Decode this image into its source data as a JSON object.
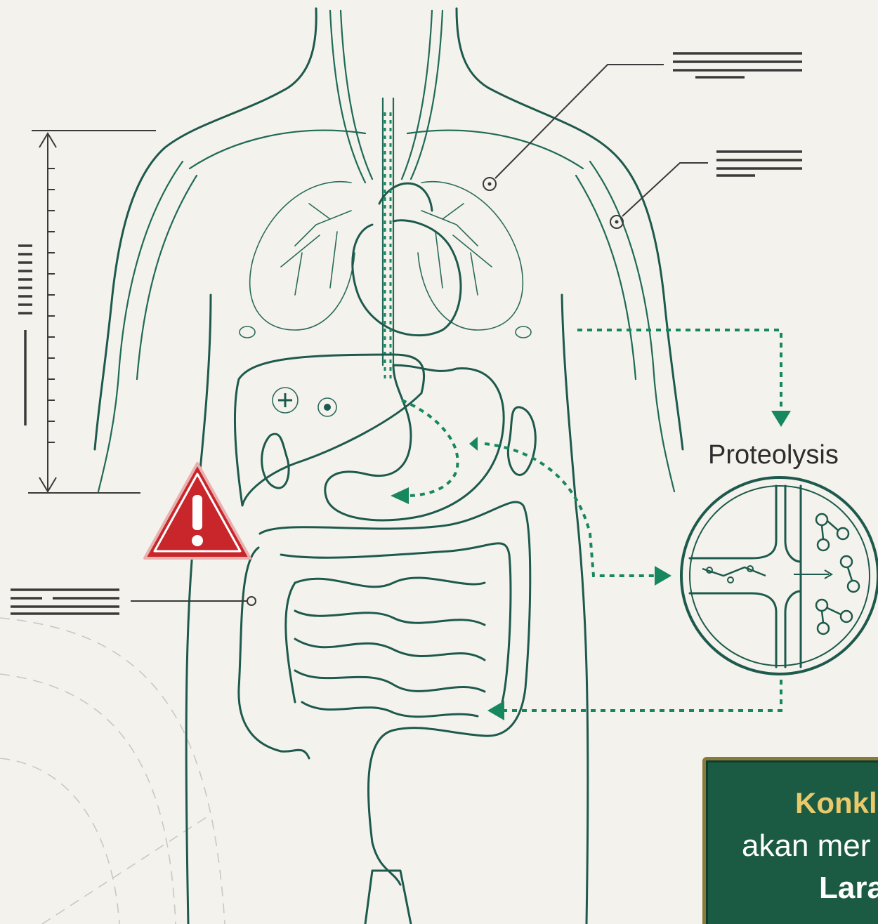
{
  "labels": {
    "process": "Proteolysis"
  },
  "conclusion": {
    "heading": "Konkl",
    "line1": "akan mer",
    "line2": "Lara"
  },
  "colors": {
    "line": "#1d5a4d",
    "accent": "#17875f",
    "warning": "#c8262b",
    "panel": "#1c5b43",
    "panel_heading": "#e9c96a",
    "background": "#f4f2ec"
  }
}
